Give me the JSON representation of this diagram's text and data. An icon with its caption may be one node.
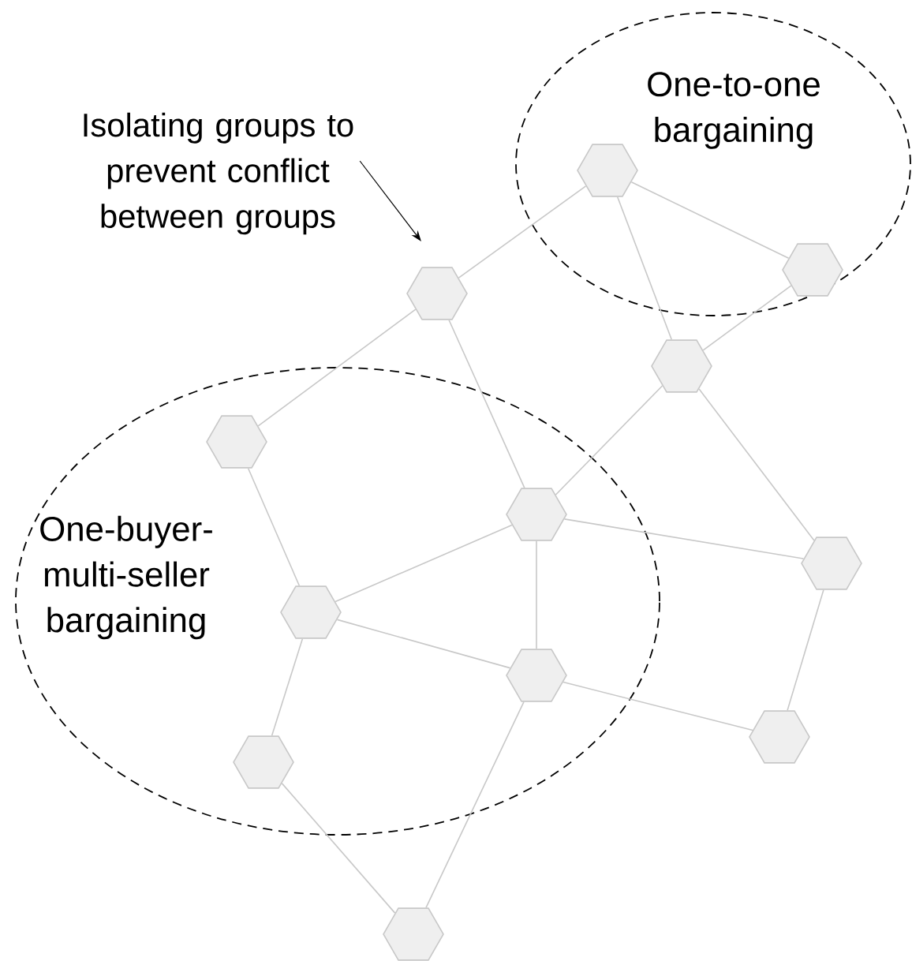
{
  "diagram": {
    "nodes": [
      {
        "text": [
          "One-to-one bargaining"
        ]
      },
      {
        "text": [],
        "shape": "hexagon",
        "in": 0
      },
      {
        "text": [],
        "shape": "hexagon",
        "in": 0
      },
      {
        "text": [
          "Isolating groups to prevent conflict between groups"
        ]
      },
      {
        "text": [],
        "shape": "hexagon"
      },
      {
        "text": [],
        "shape": "hexagon"
      },
      {
        "text": [
          "One-buyer-multi-seller bargaining"
        ]
      },
      {
        "text": [],
        "shape": "hexagon",
        "in": 6
      },
      {
        "text": [],
        "shape": "hexagon",
        "in": 6
      },
      {
        "text": [],
        "shape": "hexagon"
      },
      {
        "text": [],
        "shape": "hexagon",
        "in": 6
      },
      {
        "text": [],
        "shape": "hexagon",
        "in": 6
      },
      {
        "text": [],
        "shape": "hexagon"
      },
      {
        "text": [],
        "shape": "hexagon",
        "in": 6
      },
      {
        "text": [],
        "shape": "hexagon"
      }
    ],
    "edges": [
      {
        "from": 1,
        "to": 2,
        "arrow": "none"
      },
      {
        "from": 1,
        "to": 4,
        "arrow": "none"
      },
      {
        "from": 1,
        "to": 5,
        "arrow": "none"
      },
      {
        "from": 2,
        "to": 5,
        "arrow": "none"
      },
      {
        "from": 4,
        "to": 7,
        "arrow": "none"
      },
      {
        "from": 4,
        "to": 8,
        "arrow": "none"
      },
      {
        "from": 5,
        "to": 8,
        "arrow": "none"
      },
      {
        "from": 5,
        "to": 9,
        "arrow": "none"
      },
      {
        "from": 7,
        "to": 10,
        "arrow": "none"
      },
      {
        "from": 8,
        "to": 10,
        "arrow": "none"
      },
      {
        "from": 8,
        "to": 9,
        "arrow": "none"
      },
      {
        "from": 8,
        "to": 11,
        "arrow": "none"
      },
      {
        "from": 10,
        "to": 11,
        "arrow": "none"
      },
      {
        "from": 10,
        "to": 13,
        "arrow": "none"
      },
      {
        "from": 11,
        "to": 12,
        "arrow": "none"
      },
      {
        "from": 9,
        "to": 12,
        "arrow": "none"
      },
      {
        "from": 13,
        "to": 14,
        "arrow": "none"
      },
      {
        "from": 11,
        "to": 14,
        "arrow": "none"
      },
      {
        "from": 3,
        "to": null,
        "arrow": "to",
        "color": "#000000"
      }
    ]
  }
}
